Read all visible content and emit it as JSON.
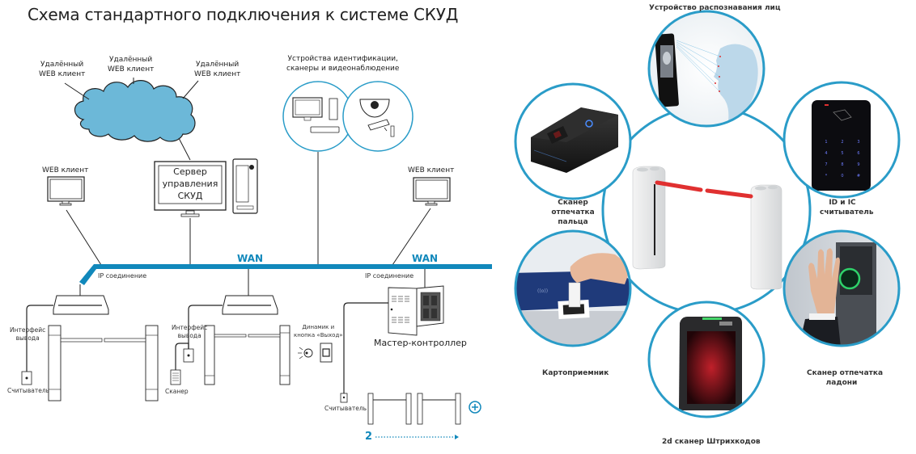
{
  "title": "Схема стандартного подключения к системе СКУД",
  "colors": {
    "accent": "#1188bb",
    "cloud": "#6cb8d8",
    "ring": "#2a9cc8",
    "barrier_red": "#e03030",
    "line": "#222222"
  },
  "left_diagram": {
    "cloud_clients": [
      "Удалённый\nWEB клиент",
      "Удалённый\nWEB клиент",
      "Удалённый\nWEB клиент"
    ],
    "cloud_client_lines": [
      [
        "Удалённый",
        "WEB клиент"
      ],
      [
        "Удалённый",
        "WEB клиент"
      ],
      [
        "Удалённый",
        "WEB клиент"
      ]
    ],
    "devices_group_label_line1": "Устройства идентификации,",
    "devices_group_label_line2": "сканеры и видеонаблюдение",
    "web_client_left": "WEB клиент",
    "web_client_right": "WEB клиент",
    "server_line1": "Сервер",
    "server_line2": "управления",
    "server_line3": "СКУД",
    "wan_label_1": "WAN",
    "wan_label_2": "WAN",
    "ip_connection_1": "IP соединение",
    "ip_connection_2": "IP соединение",
    "output_interface_1_line1": "Интерфейс",
    "output_interface_1_line2": "вывода",
    "output_interface_2_line1": "Интерфейс",
    "output_interface_2_line2": "вывода",
    "reader_1": "Считыватель",
    "scanner": "Сканер",
    "speaker_exit_line1": "Динамик и",
    "speaker_exit_line2": "кнопка «Выход»",
    "master_controller": "Мастер-контроллер",
    "reader_2": "Считыватель",
    "count_label": "2",
    "add_icon": "plus-circle-icon"
  },
  "right_diagram": {
    "center_item": "turnstile-barrier",
    "devices": [
      {
        "id": "face",
        "label_lines": [
          "Устройство распознавания лиц"
        ],
        "icon": "face-recognition-icon"
      },
      {
        "id": "finger",
        "label_lines": [
          "Сканер",
          "отпечатка",
          "пальца"
        ],
        "icon": "fingerprint-scanner-icon"
      },
      {
        "id": "idic",
        "label_lines": [
          "ID и IC",
          "считыватель"
        ],
        "icon": "keypad-reader-icon"
      },
      {
        "id": "card",
        "label_lines": [
          "Картоприемник"
        ],
        "icon": "card-slot-icon"
      },
      {
        "id": "palm",
        "label_lines": [
          "Сканер отпечатка",
          "ладони"
        ],
        "icon": "palm-scanner-icon"
      },
      {
        "id": "barcode",
        "label_lines": [
          "2d сканер Штрихкодов"
        ],
        "icon": "barcode-scanner-icon"
      }
    ]
  }
}
